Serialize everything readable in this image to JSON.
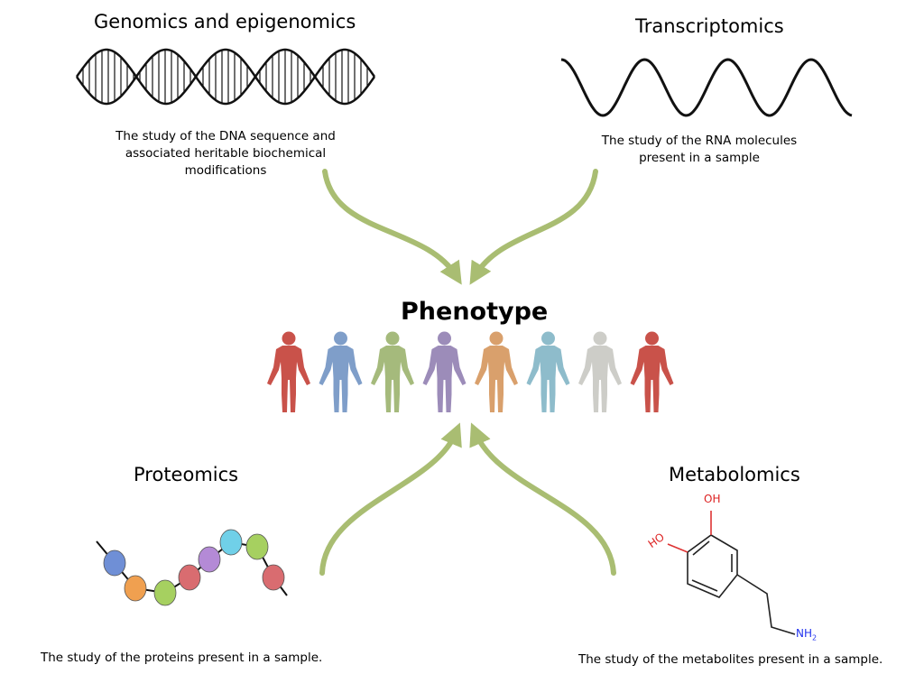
{
  "center": {
    "title": "Phenotype"
  },
  "genomics": {
    "title": "Genomics and epigenomics",
    "desc_lines": [
      "The study of the DNA sequence and",
      "associated heritable biochemical",
      "modifications"
    ]
  },
  "transcriptomics": {
    "title": "Transcriptomics",
    "desc_lines": [
      "The study of the RNA  molecules",
      "present in a sample"
    ]
  },
  "proteomics": {
    "title": "Proteomics",
    "desc": "The study of the proteins present in a sample."
  },
  "metabolomics": {
    "title": "Metabolomics",
    "desc": "The study of the metabolites present in a sample.",
    "molecule_labels": {
      "oh_top": "OH",
      "oh_left": "HO",
      "amine": "NH",
      "amine_sub": "2"
    }
  },
  "colors": {
    "arrow": "#a9bd72",
    "figures": [
      "#c9524a",
      "#7f9ec9",
      "#a5ba7c",
      "#9c8cb9",
      "#d9a06c",
      "#8ebccb",
      "#cdcdc8",
      "#c9524a"
    ],
    "beads": [
      "#6f8fd6",
      "#f0a050",
      "#a6d060",
      "#d96c70",
      "#b48ad6",
      "#70d0e8",
      "#a6d060",
      "#d96c70"
    ]
  }
}
